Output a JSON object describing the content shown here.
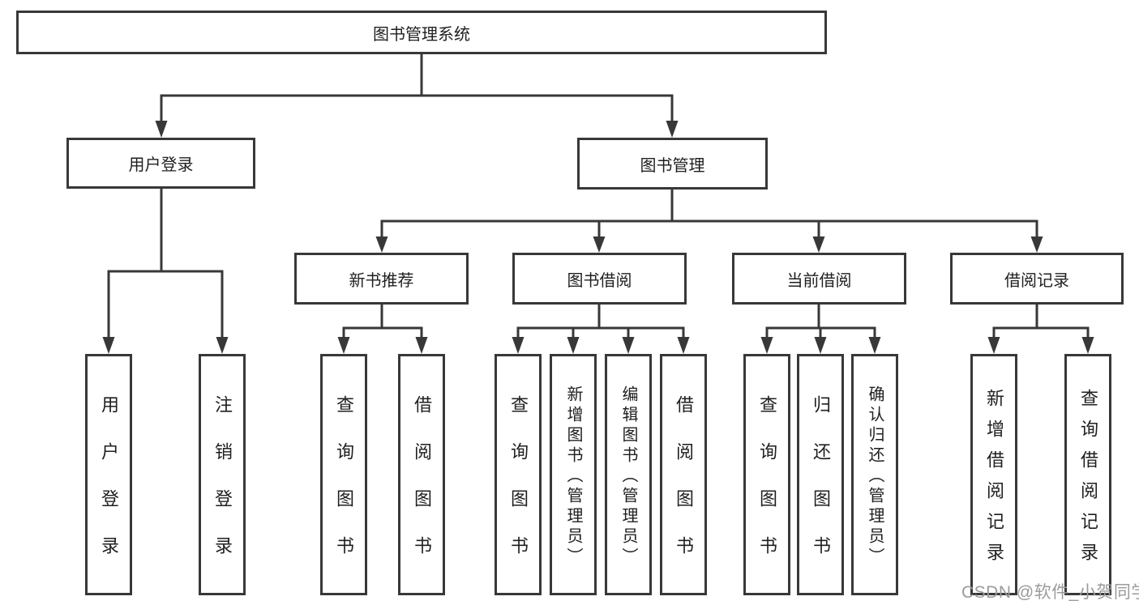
{
  "diagram": {
    "title": "图书管理系统",
    "tree": {
      "label": "图书管理系统",
      "children": [
        {
          "label": "用户登录",
          "children": [
            {
              "label": "用户登录"
            },
            {
              "label": "注销登录"
            }
          ]
        },
        {
          "label": "图书管理",
          "children": [
            {
              "label": "新书推荐",
              "children": [
                {
                  "label": "查询图书"
                },
                {
                  "label": "借阅图书"
                }
              ]
            },
            {
              "label": "图书借阅",
              "children": [
                {
                  "label": "查询图书"
                },
                {
                  "label": "新增图书（管理员）"
                },
                {
                  "label": "编辑图书（管理员）"
                },
                {
                  "label": "借阅图书"
                }
              ]
            },
            {
              "label": "当前借阅",
              "children": [
                {
                  "label": "查询图书"
                },
                {
                  "label": "归还图书"
                },
                {
                  "label": "确认归还（管理员）"
                }
              ]
            },
            {
              "label": "借阅记录",
              "children": [
                {
                  "label": "新增借阅记录"
                },
                {
                  "label": "查询借阅记录"
                }
              ]
            }
          ]
        }
      ]
    }
  },
  "watermark": {
    "text": "CSDN @软件_小贺同学"
  },
  "colors": {
    "line": "#383838",
    "box_border": "#383838",
    "text": "#1f1f1f",
    "watermark": "#9b9b9b",
    "background": "#ffffff"
  }
}
